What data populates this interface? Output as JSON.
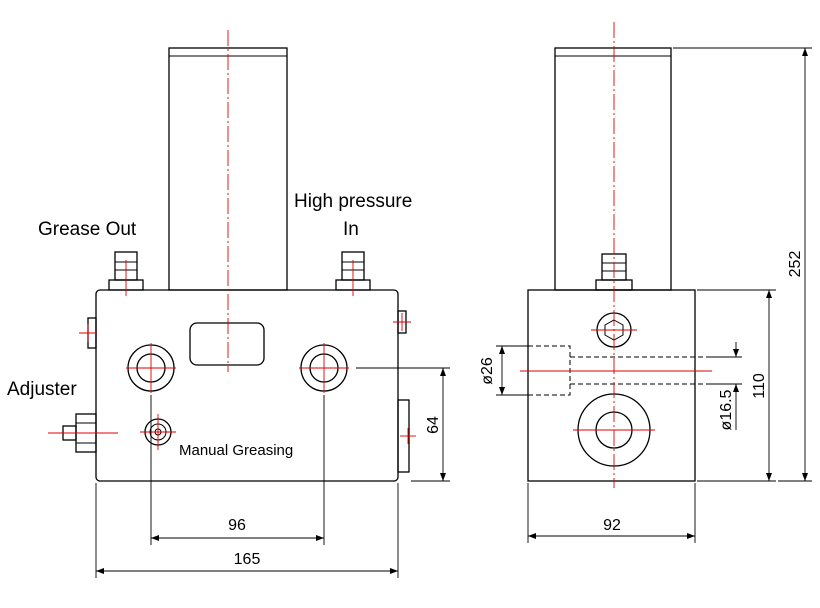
{
  "labels": {
    "grease_out": "Grease Out",
    "high_pressure_line1": "High pressure",
    "high_pressure_line2": "In",
    "adjuster": "Adjuster",
    "manual_greasing": "Manual Greasing"
  },
  "dimensions": {
    "width_165": "165",
    "spacing_96": "96",
    "height_64": "64",
    "depth_92": "92",
    "dia_26": "ø26",
    "dia_16_5": "ø16.5",
    "height_110": "110",
    "height_252": "252"
  },
  "colors": {
    "outline": "#000000",
    "centerline": "#e00000"
  }
}
